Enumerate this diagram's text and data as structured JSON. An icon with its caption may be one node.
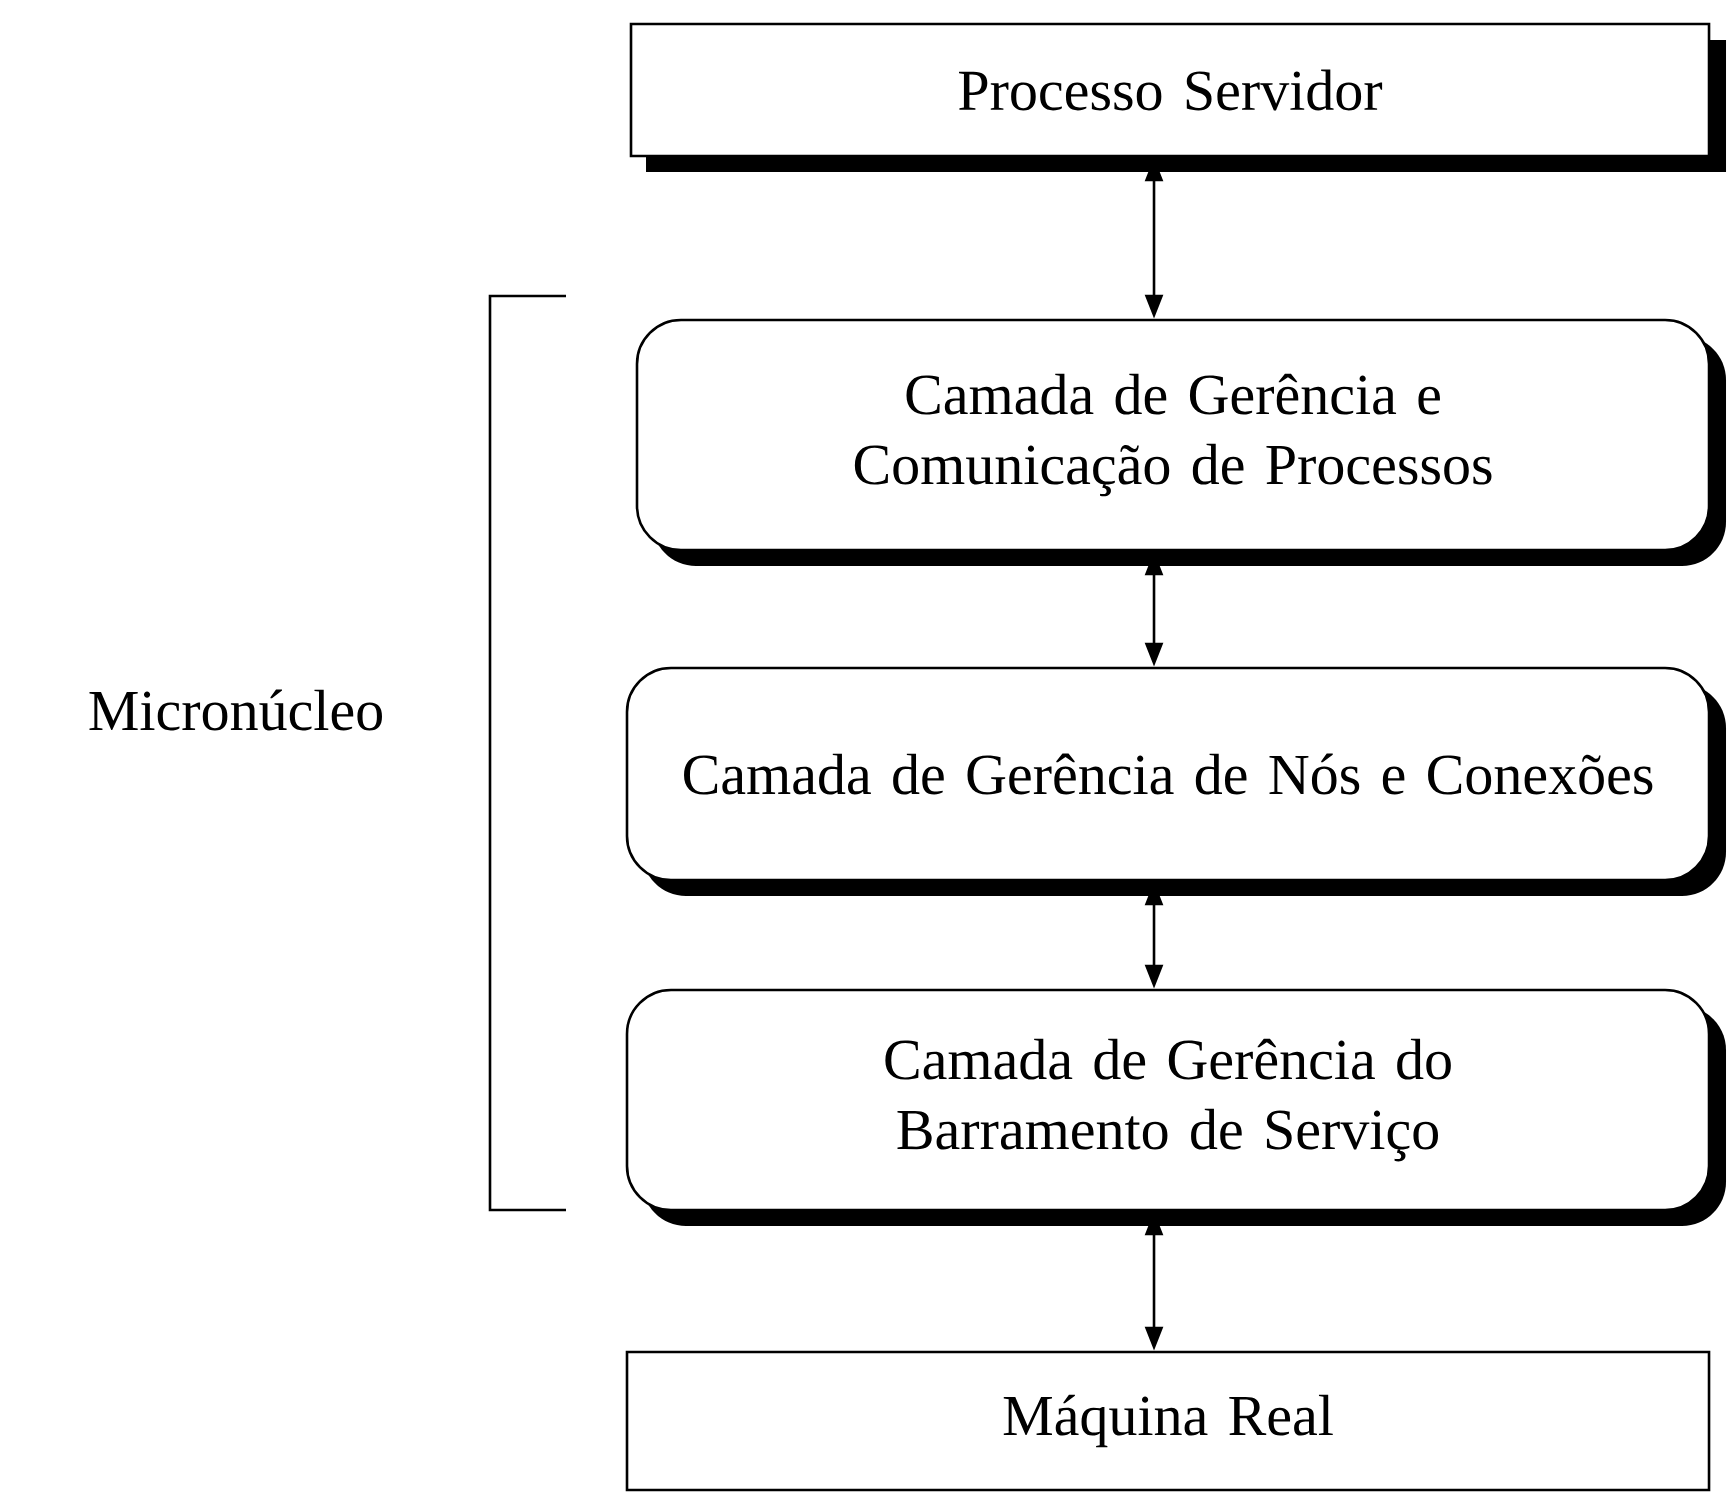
{
  "diagram": {
    "nodes": [
      {
        "text": [
          "Processo Servidor"
        ]
      },
      {
        "text": [
          "Camada de Gerência e Comunicação de Processos"
        ]
      },
      {
        "text": [
          "Camada de Gerência de Nós e Conexões"
        ]
      },
      {
        "text": [
          "Camada de Gerência do Barramento de Serviço"
        ]
      },
      {
        "text": [
          "Máquina Real"
        ]
      }
    ],
    "edges": [
      {
        "from": 0,
        "to": 1,
        "arrow": "both"
      },
      {
        "from": 1,
        "to": 2,
        "arrow": "both"
      },
      {
        "from": 2,
        "to": 3,
        "arrow": "both"
      },
      {
        "from": 3,
        "to": 4,
        "arrow": "both"
      }
    ],
    "labels": [
      "Micronúcleo"
    ]
  }
}
